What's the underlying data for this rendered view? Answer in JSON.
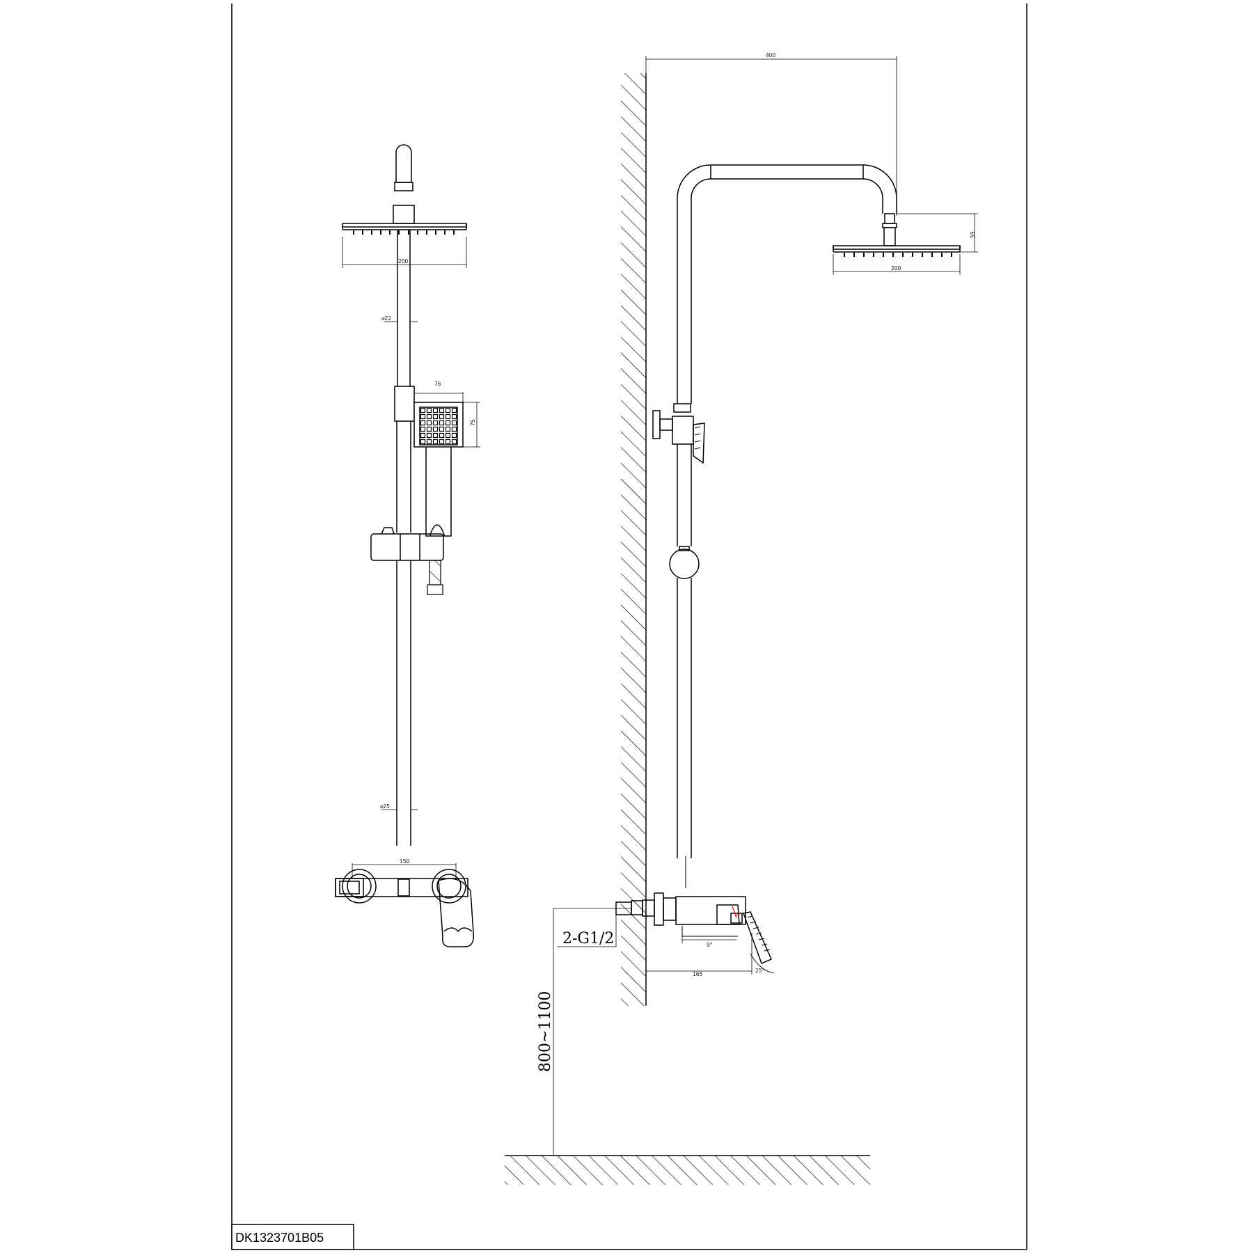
{
  "drawing_code": "DK1323701B05",
  "front_view": {
    "head_width": "200",
    "pipe_upper_diameter": "⌀22",
    "hand_shower_width": "76",
    "hand_shower_height": "75",
    "pipe_lower_diameter": "⌀25",
    "mixer_width": "150"
  },
  "side_view": {
    "arm_reach": "400",
    "head_drop": "59",
    "head_width": "200",
    "inlet_thread": "2-G1/2",
    "mixer_depth": "165",
    "lever_angle_small": "9°",
    "lever_angle_large": "25°",
    "install_height": "800~1100"
  },
  "colors": {
    "line": "#000000",
    "accent": "#d62020"
  }
}
